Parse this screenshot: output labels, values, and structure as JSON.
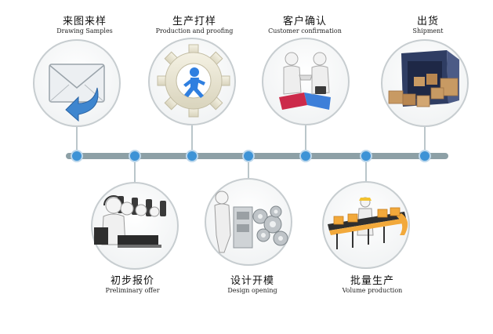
{
  "steps_top": [
    {
      "zh": "来图来样",
      "en": "Drawing Samples",
      "icon": "envelope-reply-icon"
    },
    {
      "zh": "生产打样",
      "en": "Production and proofing",
      "icon": "gear-runner-icon"
    },
    {
      "zh": "客户确认",
      "en": "Customer confirmation",
      "icon": "handshake-puzzle-icon"
    },
    {
      "zh": "出货",
      "en": "Shipment",
      "icon": "shipping-container-icon"
    }
  ],
  "steps_bottom": [
    {
      "zh": "初步报价",
      "en": "Preliminary offer",
      "icon": "call-center-icon"
    },
    {
      "zh": "设计开模",
      "en": "Design opening",
      "icon": "mold-gears-icon"
    },
    {
      "zh": "批量生产",
      "en": "Volume production",
      "icon": "conveyor-belt-icon"
    }
  ],
  "colors": {
    "timeline": "#8da0a6",
    "node": "#3d93d6",
    "node_ring": "#bcd7ec",
    "circle_border": "#c7cdd0",
    "envelope_arrow": "#3f86cf",
    "runner": "#2f7fe0",
    "puzzle_red": "#cc2a4a",
    "puzzle_blue": "#3d7fd9",
    "box": "#c89a63",
    "conveyor": "#f2a93b"
  }
}
